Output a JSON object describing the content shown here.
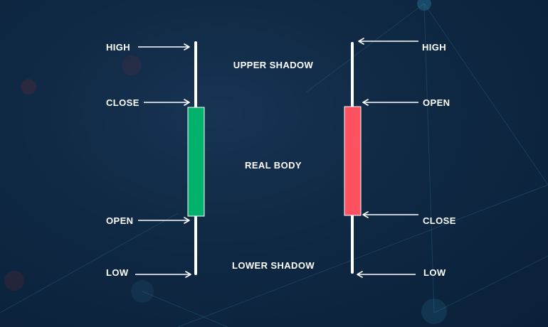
{
  "candles": {
    "bullish": {
      "high_label": "HIGH",
      "close_label": "CLOSE",
      "open_label": "OPEN",
      "low_label": "LOW",
      "body_color": "#00b26b"
    },
    "bearish": {
      "high_label": "HIGH",
      "open_label": "OPEN",
      "close_label": "CLOSE",
      "low_label": "LOW",
      "body_color": "#ff5261"
    }
  },
  "parts": {
    "upper_shadow": "UPPER SHADOW",
    "real_body": "REAL BODY",
    "lower_shadow": "LOWER SHADOW"
  },
  "colors": {
    "background": "#0f2843",
    "wick": "#ffffff",
    "arrow": "#ffffff"
  }
}
